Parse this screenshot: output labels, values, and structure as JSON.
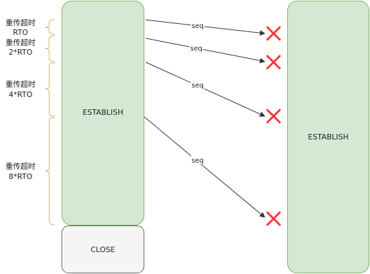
{
  "left_process": {
    "state_label": "ESTABLISH",
    "fill": "#d5e8d4",
    "stroke": "#82b366"
  },
  "close_box": {
    "label": "CLOSE",
    "fill": "#f5f5f5",
    "stroke": "#666666"
  },
  "right_process": {
    "state_label": "ESTABLISH",
    "fill": "#d5e8d4",
    "stroke": "#82b366"
  },
  "messages": [
    {
      "label": "seq",
      "lost": true
    },
    {
      "label": "seq",
      "lost": true
    },
    {
      "label": "seq",
      "lost": true
    },
    {
      "label": "seq",
      "lost": true
    }
  ],
  "timeouts": [
    {
      "line1": "重传超时",
      "line2": "RTO"
    },
    {
      "line1": "重传超时",
      "line2": "2*RTO"
    },
    {
      "line1": "重传超时",
      "line2": "4*RTO"
    },
    {
      "line1": "重传超时",
      "line2": "8*RTO"
    }
  ],
  "colors": {
    "arrow": "#333333",
    "loss_mark": "#ff3333",
    "brace": "#d6b656"
  },
  "icons": {
    "loss": "x-mark-icon"
  }
}
